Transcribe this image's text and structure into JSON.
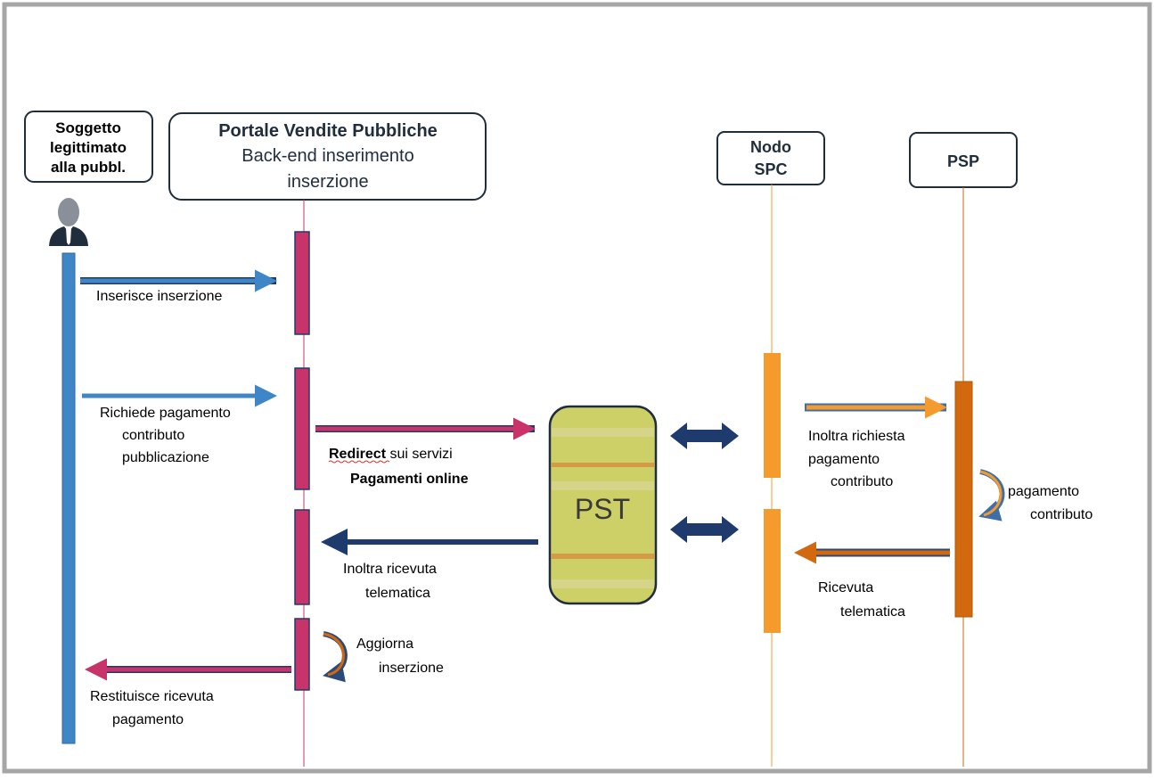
{
  "actors": {
    "soggetto": {
      "line1": "Soggetto",
      "line2": "legittimato",
      "line3": "alla pubbl.",
      "icon": "person-icon"
    },
    "portale": {
      "title": "Portale Vendite Pubbliche",
      "subtitle1": "Back-end inserimento",
      "subtitle2": "inserzione"
    },
    "nodo": {
      "line1": "Nodo",
      "line2": "SPC"
    },
    "psp": {
      "label": "PSP"
    },
    "pst": {
      "label": "PST"
    }
  },
  "messages": {
    "inserisce": "Inserisce  inserzione",
    "richiede_1": "Richiede pagamento",
    "richiede_2": "contributo",
    "richiede_3": "pubblicazione",
    "redirect_bold": "Redirect",
    "redirect_rest": " sui  servizi",
    "pagamenti_online": "Pagamenti online",
    "inoltra_ric_1": "Inoltra ricevuta",
    "inoltra_ric_2": "telematica",
    "aggiorna_1": "Aggiorna",
    "aggiorna_2": "inserzione",
    "restituisce_1": "Restituisce ricevuta",
    "restituisce_2": "pagamento",
    "inoltra_rich_1": "Inoltra richiesta",
    "inoltra_rich_2": "pagamento",
    "inoltra_rich_3": "contributo",
    "pag_contr_1": "pagamento",
    "pag_contr_2": "contributo",
    "ricevuta_1": "Ricevuta",
    "ricevuta_2": "telematica"
  },
  "colors": {
    "blue": "#3f86c6",
    "dark_blue": "#1f3b6e",
    "crimson": "#c8336a",
    "orange": "#f59a2c",
    "dark_orange": "#d2690e",
    "pst_fill": "#cdd066",
    "pst_band": "#d49a45"
  }
}
